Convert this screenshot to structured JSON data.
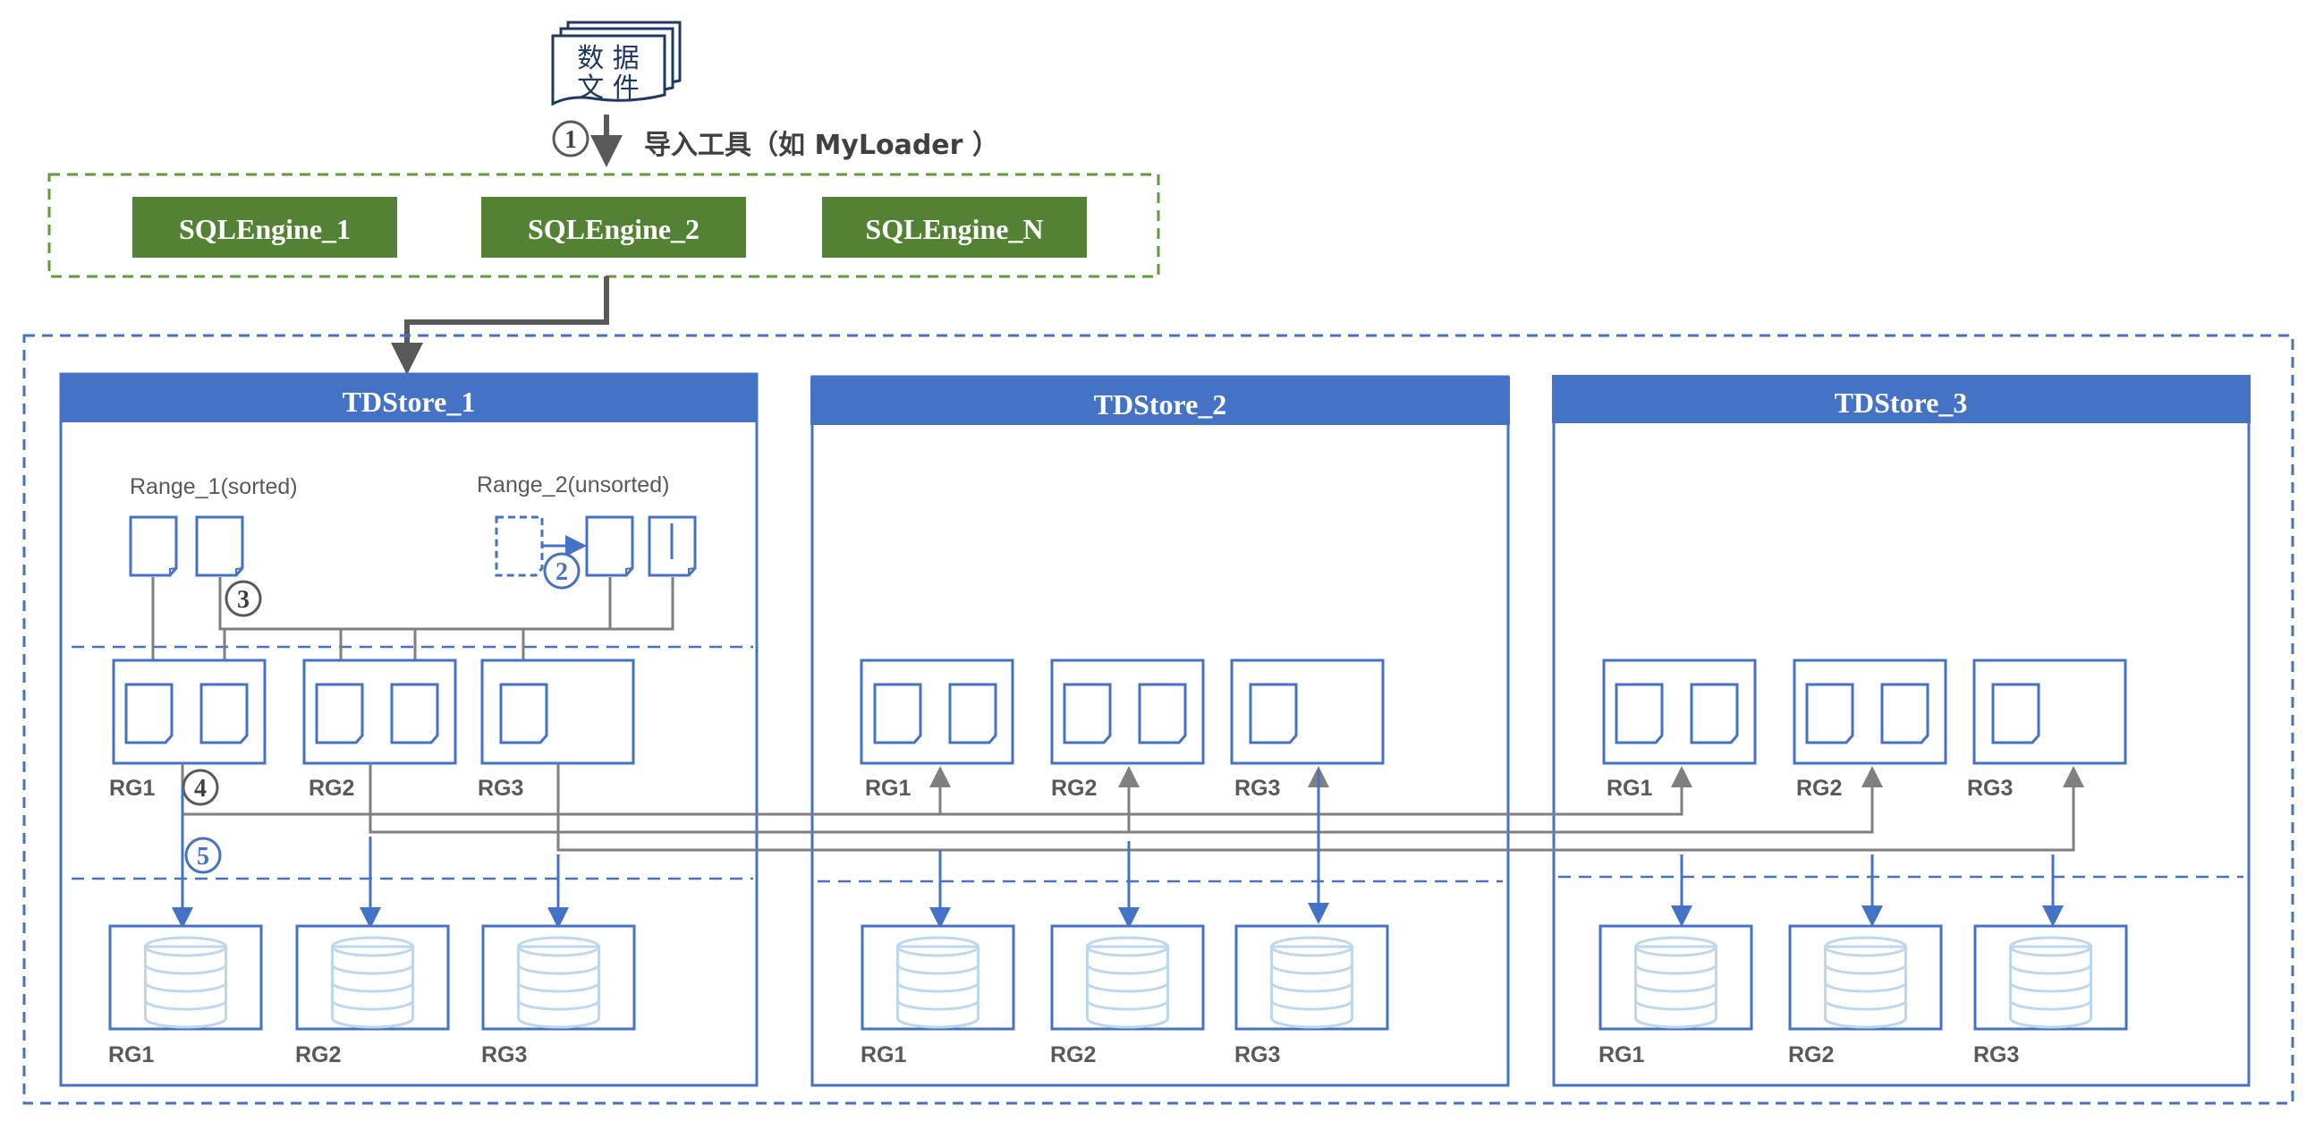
{
  "data_file": {
    "line1": "数 据",
    "line2": "文 件"
  },
  "import_tool": {
    "step": "1",
    "label": "导入工具（如 MyLoader ）"
  },
  "sql_engines": [
    "SQLEngine_1",
    "SQLEngine_2",
    "SQLEngine_N"
  ],
  "tdstores": [
    {
      "title": "TDStore_1"
    },
    {
      "title": "TDStore_2"
    },
    {
      "title": "TDStore_3"
    }
  ],
  "ranges": {
    "range1": "Range_1(sorted)",
    "range2": "Range_2(unsorted)"
  },
  "steps": {
    "s2": "2",
    "s3": "3",
    "s4": "4",
    "s5": "5"
  },
  "rg_labels": [
    "RG1",
    "RG2",
    "RG3"
  ],
  "colors": {
    "blue": "#4472C4",
    "green": "#548235",
    "green_border": "#5E9C3A",
    "gray": "#7F7F7F",
    "dark": "#404040",
    "navy": "#1F3864",
    "db_fill": "#BDD7EE"
  }
}
